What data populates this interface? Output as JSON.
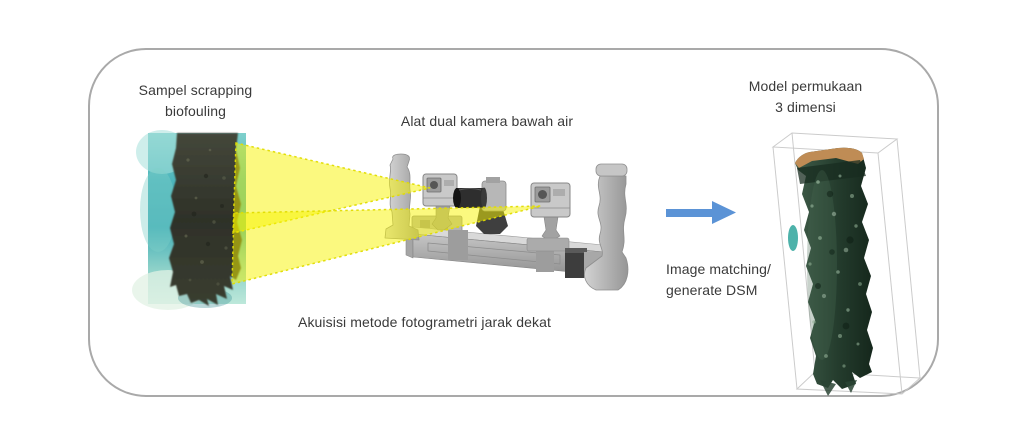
{
  "panel": {
    "border_color": "#a9a9a9",
    "background": "#ffffff"
  },
  "labels": {
    "sample": "Sampel scrapping\nbiofouling",
    "device": "Alat dual kamera bawah air",
    "acquisition": "Akuisisi metode fotogrametri jarak dekat",
    "model": "Model permukaan\n3 dimensi",
    "process": "Image matching/\ngenerate DSM"
  },
  "icons": {
    "flow_arrow": "right-arrow-icon",
    "light_cones": "camera-view-frustum-icon"
  },
  "colors": {
    "label_text": "#3a3a3a",
    "arrow_blue": "#5b93d6",
    "light_cone_yellow": "#f6f200",
    "cone_edge_dotted_yellow": "#e0dc00",
    "photo_water_teal": "#45b2b8",
    "sample_pillar_dark": "#32352b",
    "rig_gray": "#b9b9b9",
    "lens_dark": "#2e2e2e",
    "model_surface_green": "#2c4636",
    "model_top_rim_tan": "#bf8c55",
    "bounding_box_gray": "#c9c9c9"
  }
}
